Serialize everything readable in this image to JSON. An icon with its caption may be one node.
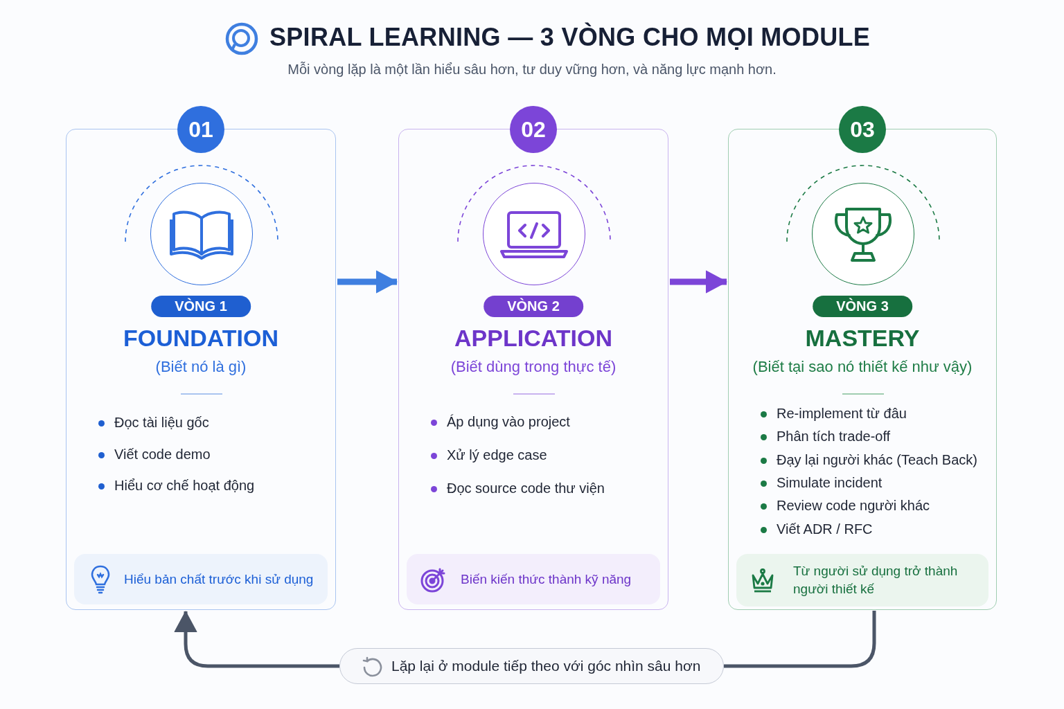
{
  "diagram": {
    "title": "SPIRAL LEARNING — 3 VÒNG CHO MỌI MODULE",
    "nodes": [
      {
        "text": [
          "01",
          "VÒNG 1",
          "FOUNDATION",
          "(Biết nó là gì)",
          "Đọc tài liệu gốc",
          "Viết code demo",
          "Hiểu cơ chế hoạt động"
        ]
      },
      {
        "text": [
          "Hiểu bản chất trước khi sử dụng"
        ],
        "in": 0
      },
      {
        "text": [
          "02",
          "VÒNG 2",
          "APPLICATION",
          "(Biết dùng trong thực tế)",
          "Áp dụng vào project",
          "Xử lý edge case",
          "Đọc source code thư viện"
        ]
      },
      {
        "text": [
          "Biến kiến thức thành kỹ năng"
        ],
        "in": 2
      },
      {
        "text": [
          "03",
          "VÒNG 3",
          "MASTERY",
          "(Biết tại sao nó thiết kế như vậy)",
          "Re-implement từ đâu",
          "Phân tích trade-off",
          "Đạy lại người khác (Teach Back)",
          "Simulate incident",
          "Review code người khác",
          "Viết ADR / RFC"
        ]
      },
      {
        "text": [
          "Từ người sử dụng trở thành người thiết kế"
        ],
        "in": 4
      },
      {
        "text": [
          "Lặp lại ở module tiếp theo với góc nhìn sâu hơn"
        ]
      }
    ],
    "edges": [
      {
        "from": 0,
        "to": 2,
        "arrow": "to",
        "style": "thick",
        "color": "#3f7fe0"
      },
      {
        "from": 2,
        "to": 4,
        "arrow": "to",
        "style": "thick",
        "color": "#7c45d8"
      },
      {
        "from": 4,
        "to": 6,
        "arrow": "none"
      },
      {
        "from": 6,
        "to": 0,
        "arrow": "to"
      }
    ],
    "labels": [
      "Mỗi vòng lặp là một lần hiểu sâu hơn, tư duy vững hơn, và năng lực mạnh hơn."
    ]
  }
}
